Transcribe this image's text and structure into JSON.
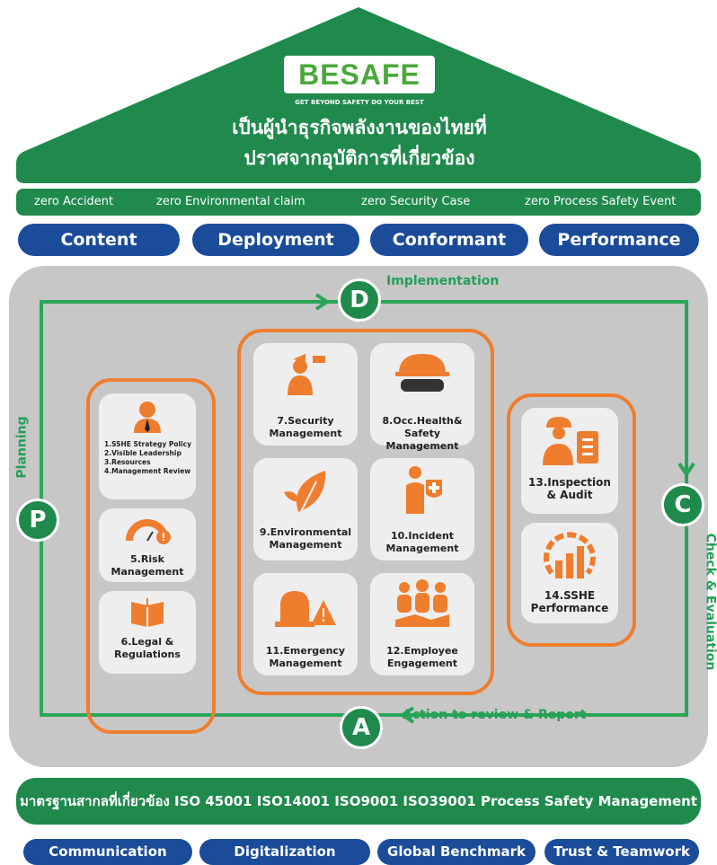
{
  "roof": {
    "logo": "BESAFE",
    "tagline": "GET BEYOND SAFETY DO YOUR BEST",
    "vision_line1": "เป็นผู้นำธุรกิจพลังงานของไทยที่",
    "vision_line2": "ปราศจากอุบัติการที่เกี่ยวข้อง"
  },
  "zero_targets": [
    "zero Accident",
    "zero Environmental claim",
    "zero Security Case",
    "zero Process Safety Event"
  ],
  "principles": [
    "Content",
    "Deployment",
    "Conformant",
    "Performance"
  ],
  "cycle": {
    "p_letter": "P",
    "d_letter": "D",
    "c_letter": "C",
    "a_letter": "A",
    "planning": "Planning",
    "implementation": "Implementation",
    "check": "Check & Evaluation",
    "action": "Action to review & Report"
  },
  "planning_cards": {
    "policy_lines": [
      "1.SSHE Strategy Policy",
      "2.Visible Leadership",
      "3.Resources",
      "4.Management Review"
    ],
    "risk": "5.Risk Management",
    "legal": "6.Legal & Regulations"
  },
  "do_cards": {
    "security": "7.Security Management",
    "occ_health": "8.Occ.Health& Safety Management",
    "environmental": "9.Environmental Management",
    "incident": "10.Incident Management",
    "emergency": "11.Emergency Management",
    "employee": "12.Employee Engagement"
  },
  "check_cards": {
    "inspection": "13.Inspection & Audit",
    "performance": "14.SSHE Performance"
  },
  "standards": "มาตรฐานสากลที่เกี่ยวข้อง  ISO 45001  ISO14001 ISO9001 ISO39001 Process Safety Management",
  "foundations": [
    "Communication",
    "Digitalization",
    "Global Benchmark",
    "Trust & Teamwork"
  ],
  "colors": {
    "green": "#1f8a4c",
    "blue": "#1b4c9a",
    "orange": "#ef7d2e",
    "gray": "#c7c7c7"
  }
}
